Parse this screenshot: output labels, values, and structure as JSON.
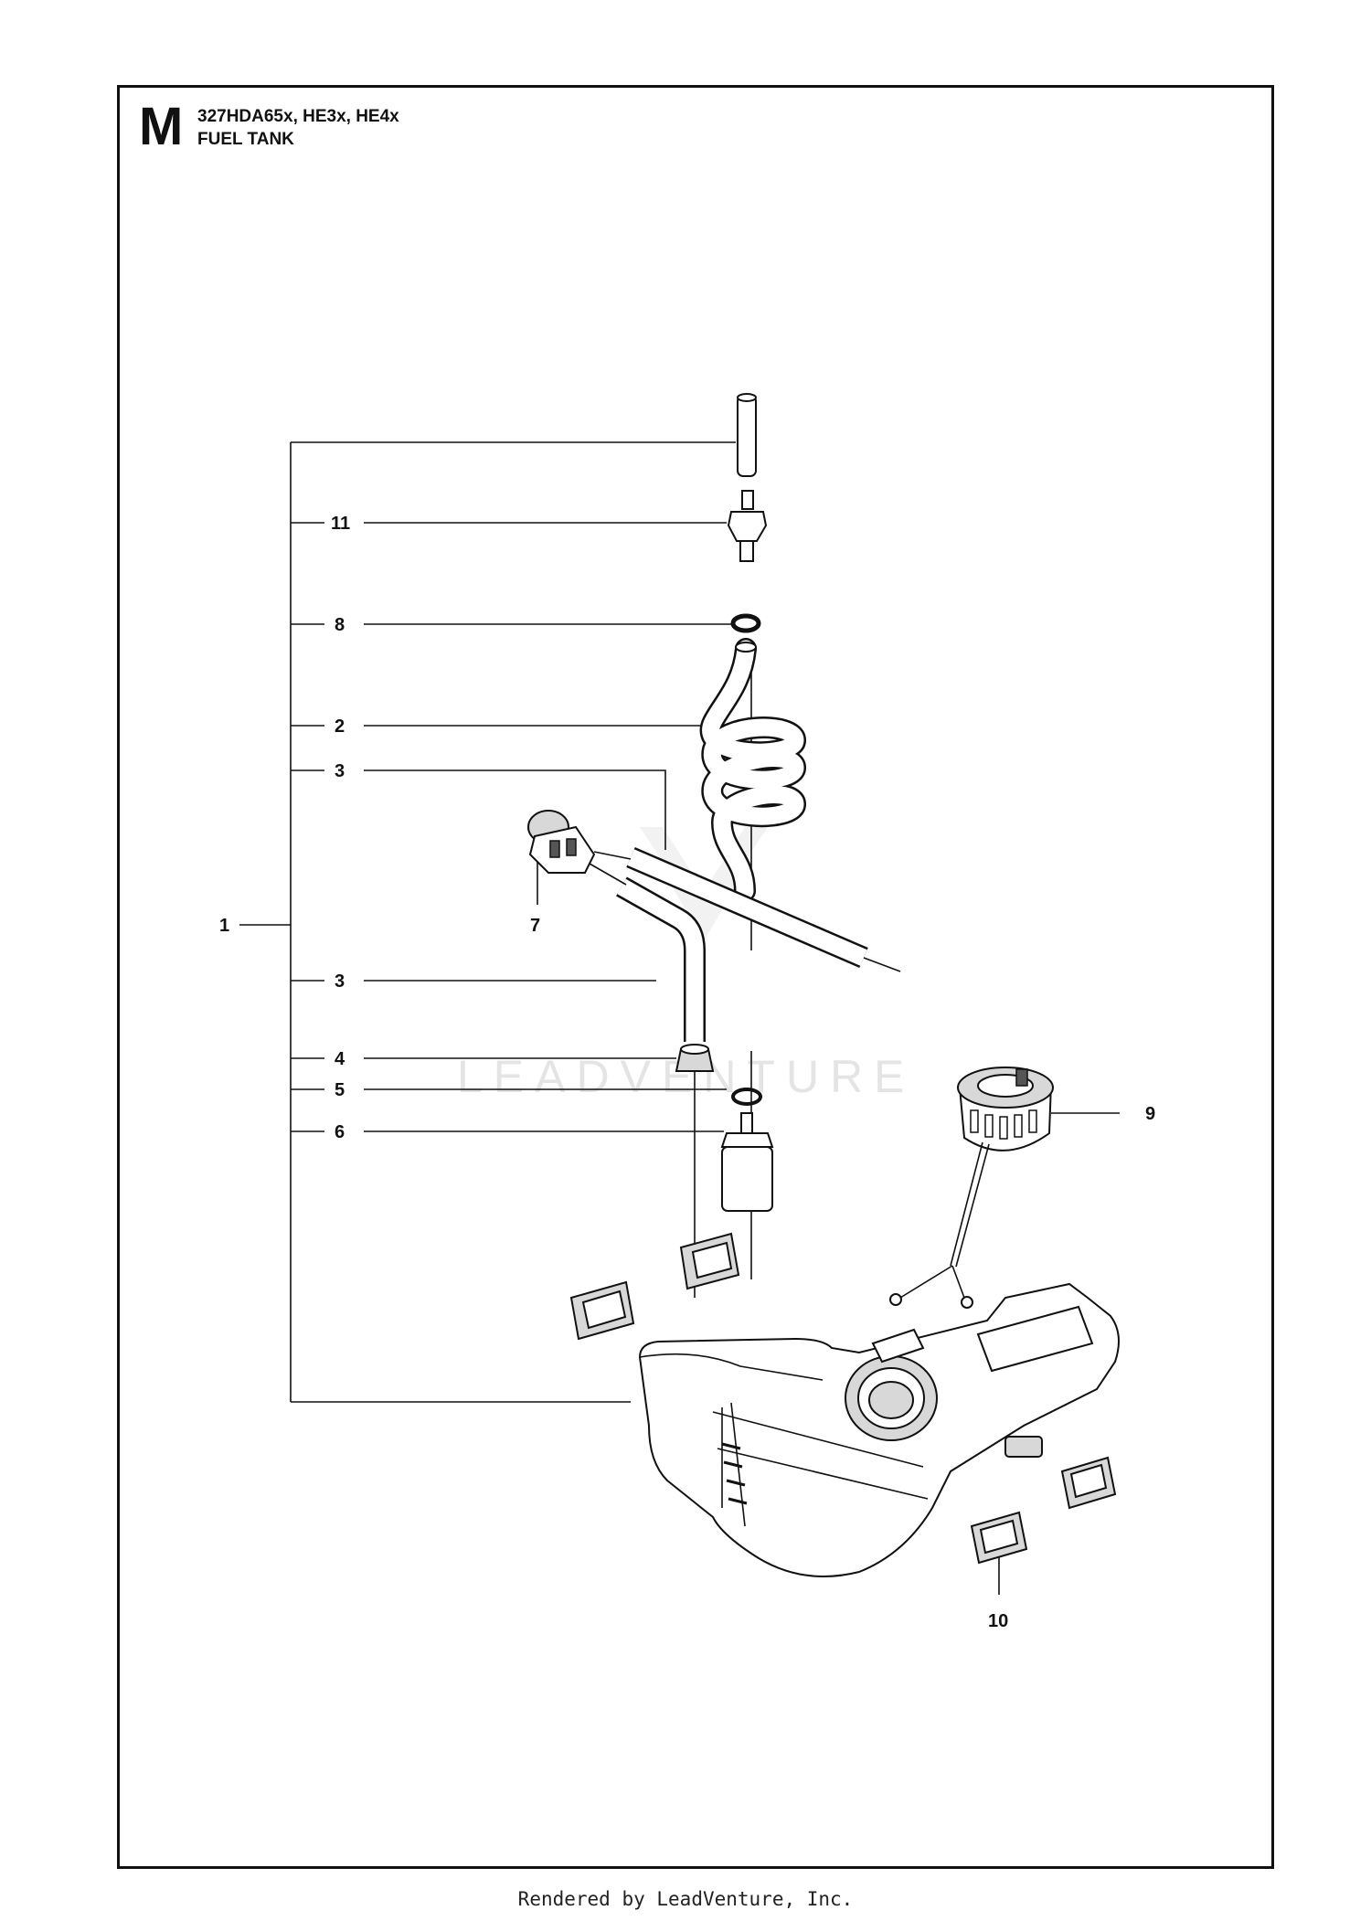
{
  "header": {
    "section_letter": "M",
    "model": "327HDA65x, HE3x, HE4x",
    "title": "FUEL TANK"
  },
  "callouts": [
    {
      "id": "c1",
      "label": "1"
    },
    {
      "id": "c2",
      "label": "2"
    },
    {
      "id": "c3a",
      "label": "3"
    },
    {
      "id": "c3b",
      "label": "3"
    },
    {
      "id": "c4",
      "label": "4"
    },
    {
      "id": "c5",
      "label": "5"
    },
    {
      "id": "c6",
      "label": "6"
    },
    {
      "id": "c7",
      "label": "7"
    },
    {
      "id": "c8",
      "label": "8"
    },
    {
      "id": "c9",
      "label": "9"
    },
    {
      "id": "c10",
      "label": "10"
    },
    {
      "id": "c11",
      "label": "11"
    }
  ],
  "watermark": "LEADVENTURE",
  "footer": "Rendered by LeadVenture, Inc."
}
